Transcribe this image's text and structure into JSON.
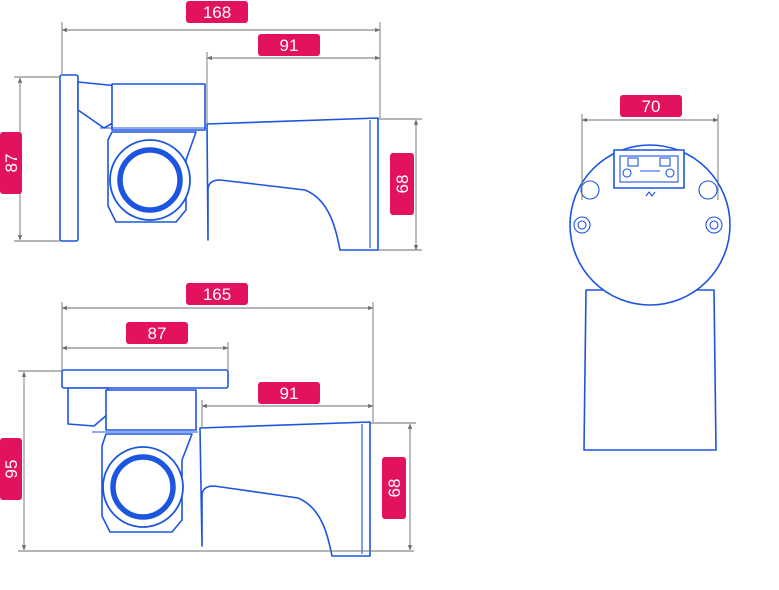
{
  "colors": {
    "outline": "#1c55e0",
    "badge": "#e2125f",
    "badge_text": "#ffffff",
    "dimension_line": "#6e6e6e",
    "background": "#ffffff"
  },
  "top_view": {
    "dim_overall_width": "168",
    "dim_housing_length": "91",
    "dim_mount_height": "87",
    "dim_housing_height": "68"
  },
  "bottom_view": {
    "dim_overall_width": "165",
    "dim_bracket_width": "87",
    "dim_housing_length": "91",
    "dim_overall_height": "95",
    "dim_housing_height": "68"
  },
  "front_view": {
    "dim_diameter": "70"
  }
}
